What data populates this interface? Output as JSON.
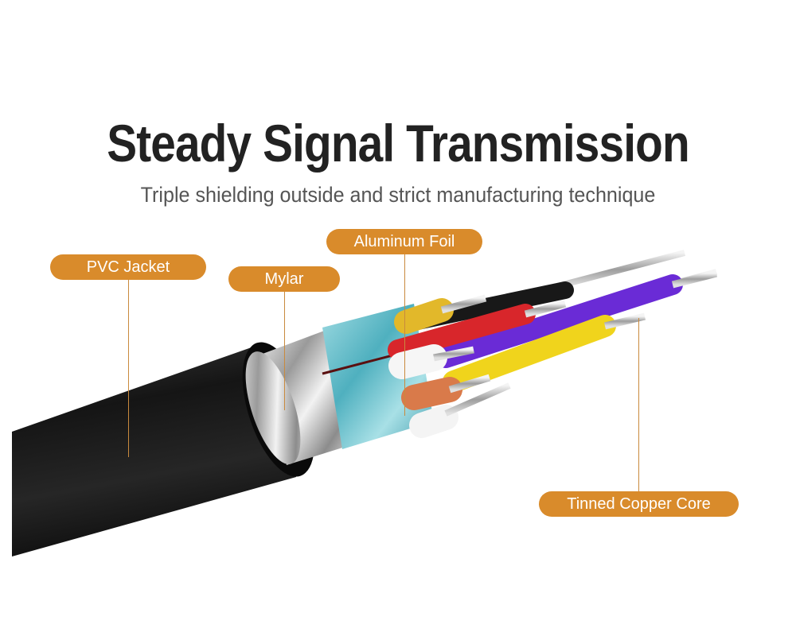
{
  "header": {
    "title": "Steady Signal Transmission",
    "subtitle": "Triple shielding outside and strict manufacturing technique"
  },
  "callouts": [
    {
      "id": "pvc-jacket",
      "label": "PVC Jacket"
    },
    {
      "id": "mylar",
      "label": "Mylar"
    },
    {
      "id": "aluminum-foil",
      "label": "Aluminum Foil"
    },
    {
      "id": "tinned-copper-core",
      "label": "Tinned Copper Core"
    }
  ],
  "colors": {
    "callout_bg": "#d98b2b",
    "callout_text": "#ffffff",
    "title": "#222222",
    "subtitle": "#555555",
    "jacket": "#1c1c1c",
    "foil_teal": "#6fc3cf",
    "wires": [
      "#e2b82a",
      "#1a1a1a",
      "#d8262b",
      "#6a2bd6",
      "#f0d41c",
      "#ffffff",
      "#d97a4a",
      "#f4f4f4"
    ]
  }
}
